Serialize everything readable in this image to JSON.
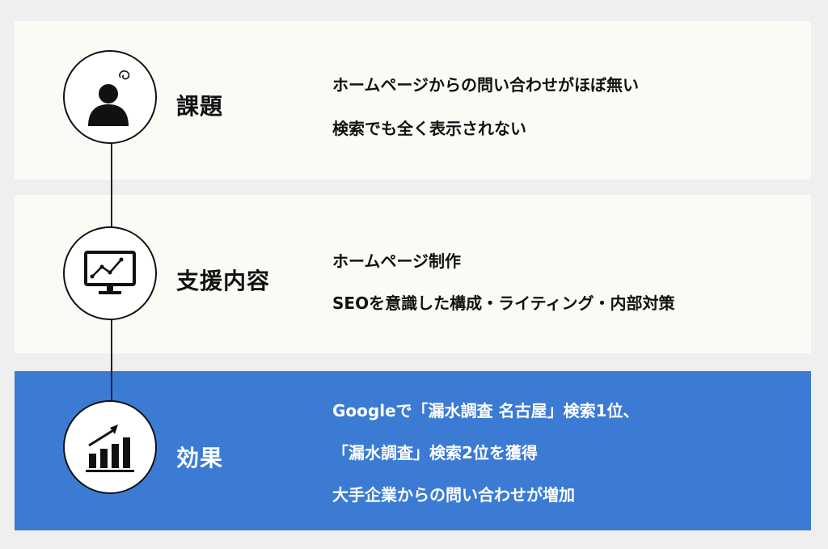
{
  "colors": {
    "background": "#efefef",
    "panel": "#fbfaf5",
    "highlight_panel": "#3b7bd4",
    "text": "#111111",
    "highlight_text": "#ffffff"
  },
  "sections": [
    {
      "icon": "person-thinking-icon",
      "label": "課題",
      "lines": [
        "ホームページからの問い合わせがほぼ無い",
        "検索でも全く表示されない"
      ]
    },
    {
      "icon": "monitor-chart-icon",
      "label": "支援内容",
      "lines": [
        "ホームページ制作",
        "SEOを意識した構成・ライティング・内部対策"
      ]
    },
    {
      "icon": "bar-chart-growth-icon",
      "label": "効果",
      "lines": [
        "Googleで「漏水調査 名古屋」検索1位、",
        "「漏水調査」検索2位を獲得",
        "大手企業からの問い合わせが増加"
      ]
    }
  ]
}
